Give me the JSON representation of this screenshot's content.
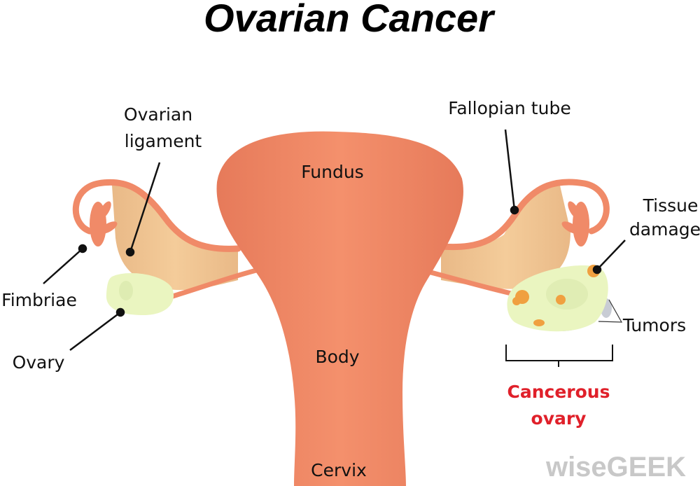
{
  "title": "Ovarian Cancer",
  "labels": {
    "ovarian_ligament_1": "Ovarian",
    "ovarian_ligament_2": "ligament",
    "fallopian_tube": "Fallopian tube",
    "fundus": "Fundus",
    "tissue_damage_1": "Tissue",
    "tissue_damage_2": "damage",
    "fimbriae": "Fimbriae",
    "tumors": "Tumors",
    "ovary": "Ovary",
    "body": "Body",
    "cancerous_ovary_1": "Cancerous",
    "cancerous_ovary_2": "ovary",
    "cervix": "Cervix"
  },
  "watermark": "wiseGEEK",
  "colors": {
    "uterus": "#f08a68",
    "ligament": "#f0c594",
    "ovary": "#eaf5c0",
    "damage": "#f0a040",
    "tumor": "#c8ccd4",
    "highlight": "#e0202a"
  }
}
